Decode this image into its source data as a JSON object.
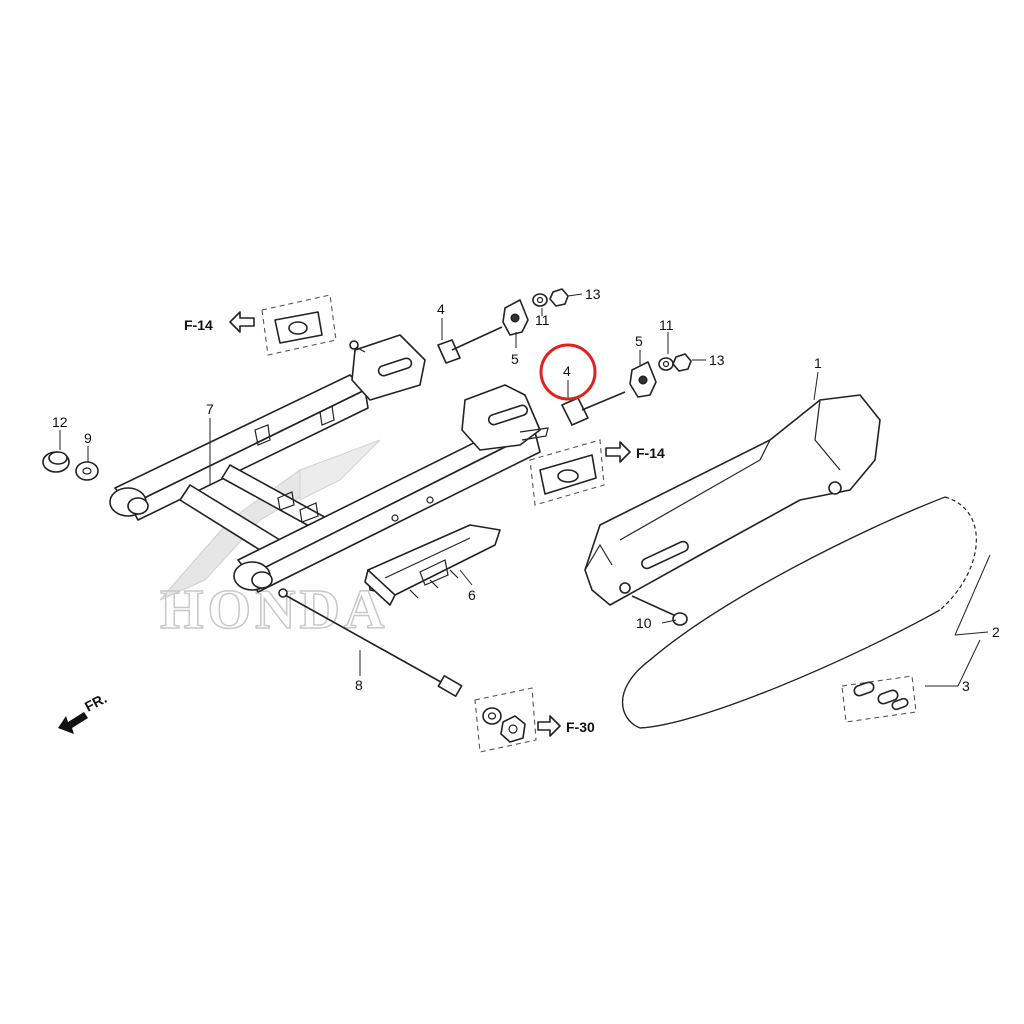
{
  "watermark": {
    "text": "HONDA"
  },
  "highlight": {
    "color": "#e0221d"
  },
  "direction": {
    "label": "FR."
  },
  "references": [
    {
      "id": "ref-f14-left",
      "label": "F-14"
    },
    {
      "id": "ref-f14-right",
      "label": "F-14"
    },
    {
      "id": "ref-f30",
      "label": "F-30"
    }
  ],
  "callouts": [
    {
      "id": "c1",
      "number": "1"
    },
    {
      "id": "c2",
      "number": "2"
    },
    {
      "id": "c3",
      "number": "3"
    },
    {
      "id": "c4a",
      "number": "4"
    },
    {
      "id": "c4b",
      "number": "4",
      "highlighted": true
    },
    {
      "id": "c5a",
      "number": "5"
    },
    {
      "id": "c5b",
      "number": "5"
    },
    {
      "id": "c6",
      "number": "6"
    },
    {
      "id": "c7",
      "number": "7"
    },
    {
      "id": "c8",
      "number": "8"
    },
    {
      "id": "c9",
      "number": "9"
    },
    {
      "id": "c10",
      "number": "10"
    },
    {
      "id": "c11a",
      "number": "11"
    },
    {
      "id": "c11b",
      "number": "11"
    },
    {
      "id": "c12",
      "number": "12"
    },
    {
      "id": "c13a",
      "number": "13"
    },
    {
      "id": "c13b",
      "number": "13"
    }
  ]
}
